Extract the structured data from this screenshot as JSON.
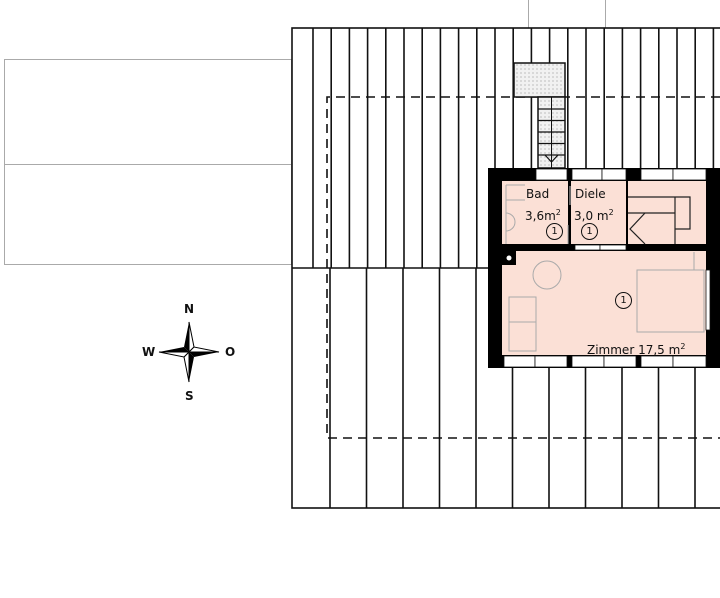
{
  "rooms": [
    {
      "name": "Bad",
      "area": "3,6m",
      "unit_sup": "2",
      "marker": "1"
    },
    {
      "name": "Diele",
      "area": "3,0 m",
      "unit_sup": "2",
      "marker": "1"
    },
    {
      "name": "Zimmer",
      "area": "17,5 m",
      "unit_sup": "2",
      "marker": "1"
    }
  ],
  "compass": {
    "north": "N",
    "south": "S",
    "west": "W",
    "east": "O"
  },
  "colors": {
    "room_fill": "#fbe0d6",
    "wall": "#000000",
    "stair_fill": "#e6e6e6",
    "neighbor_outline": "#aaaaaa"
  }
}
